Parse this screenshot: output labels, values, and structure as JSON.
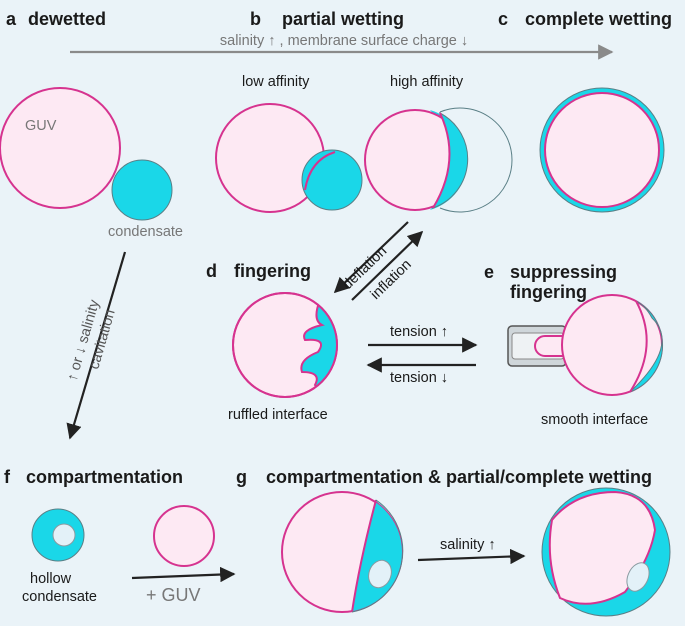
{
  "colors": {
    "background": "#eaf3f8",
    "vesicle_fill": "#fde9f3",
    "membrane": "#d6338f",
    "condensate": "#1ad7e8",
    "arrow_dark": "#222222",
    "arrow_grey": "#8a8a8a",
    "hollow_core": "#e3f1f8"
  },
  "panels": {
    "a": {
      "letter": "a",
      "title": "dewetted",
      "guv_label": "GUV",
      "condensate_label": "condensate"
    },
    "b": {
      "letter": "b",
      "title": "partial wetting",
      "low_label": "low affinity",
      "high_label": "high affinity"
    },
    "c": {
      "letter": "c",
      "title": "complete wetting"
    },
    "d": {
      "letter": "d",
      "title": "fingering",
      "interface_label": "ruffled interface"
    },
    "e": {
      "letter": "e",
      "title_line1": "suppressing",
      "title_line2": "fingering",
      "interface_label": "smooth interface"
    },
    "f": {
      "letter": "f",
      "title": "compartmentation",
      "hollow_line1": "hollow",
      "hollow_line2": "condensate",
      "add_label": "+ GUV"
    },
    "g": {
      "letter": "g",
      "title": "compartmentation & partial/complete wetting",
      "arrow_label": "salinity ↑"
    }
  },
  "arrows": {
    "top": "salinity ↑ , membrane surface charge ↓",
    "deflation": "deflation",
    "inflation": "inflation",
    "tension_up": "tension ↑",
    "tension_down": "tension ↓",
    "diag_line1": "↑ or ↓ salinity",
    "diag_line2": "cavitation"
  }
}
